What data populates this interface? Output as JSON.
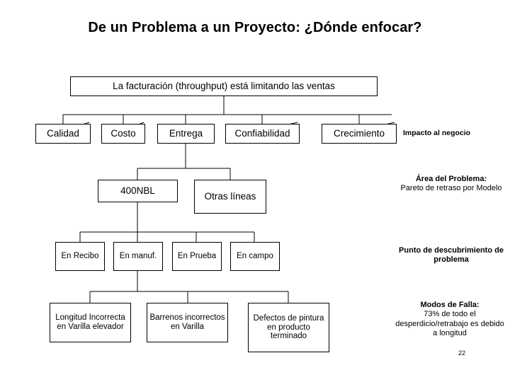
{
  "slide": {
    "title": "De un Problema a un Proyecto: ¿Dónde enfocar?",
    "page_number": "22"
  },
  "top_box": {
    "label": "La facturación (throughput) está limitando las ventas"
  },
  "level1": [
    {
      "label": "Calidad"
    },
    {
      "label": "Costo"
    },
    {
      "label": "Entrega"
    },
    {
      "label": "Confiabilidad"
    },
    {
      "label": "Crecimiento"
    }
  ],
  "level2": [
    {
      "label": "400NBL"
    },
    {
      "label": "Otras líneas"
    }
  ],
  "level3": [
    {
      "label": "En Recibo"
    },
    {
      "label": "En manuf."
    },
    {
      "label": "En Prueba"
    },
    {
      "label": "En campo"
    }
  ],
  "level4": [
    {
      "label": "Longitud Incorrecta en Varilla elevador"
    },
    {
      "label": "Barrenos incorrectos en Varilla"
    },
    {
      "label": "Defectos de pintura en producto terminado"
    }
  ],
  "annotations": {
    "impacto": "Impacto al negocio",
    "area_problema_head": "Área del Problema:",
    "area_problema_body": "Pareto de retraso por Modelo",
    "punto_descubrimiento": "Punto de descubrimiento de problema",
    "modos_falla_head": "Modos de Falla:",
    "modos_falla_body": "73% de todo el desperdicio/retrabajo es debido a longitud"
  }
}
